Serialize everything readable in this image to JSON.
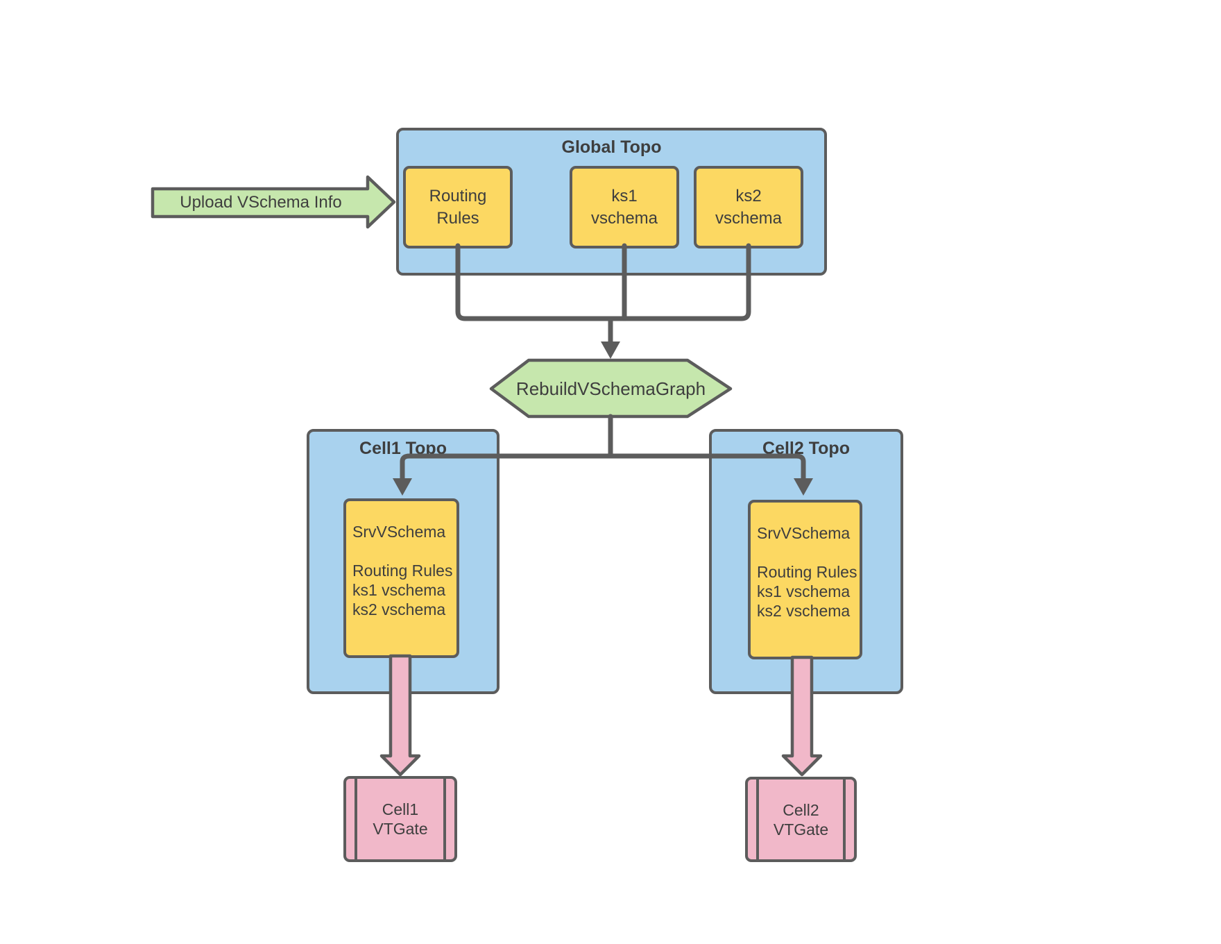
{
  "diagram": {
    "upload_arrow_label": "Upload VSchema Info",
    "global_topo": {
      "title": "Global Topo",
      "routing_rules": {
        "line1": "Routing",
        "line2": "Rules"
      },
      "ks1": {
        "line1": "ks1",
        "line2": "vschema"
      },
      "ks2": {
        "line1": "ks2",
        "line2": "vschema"
      }
    },
    "rebuild_label": "RebuildVSchemaGraph",
    "cell1": {
      "title": "Cell1 Topo",
      "srv": {
        "title": "SrvVSchema",
        "line1": "Routing Rules",
        "line2": "ks1 vschema",
        "line3": "ks2 vschema"
      },
      "vtgate": {
        "line1": "Cell1",
        "line2": "VTGate"
      }
    },
    "cell2": {
      "title": "Cell2 Topo",
      "srv": {
        "title": "SrvVSchema",
        "line1": "Routing Rules",
        "line2": "ks1 vschema",
        "line3": "ks2 vschema"
      },
      "vtgate": {
        "line1": "Cell2",
        "line2": "VTGate"
      }
    },
    "colors": {
      "container_blue": "#a9d2ee",
      "box_yellow": "#fcd862",
      "shape_green": "#c6e7ad",
      "shape_pink": "#f1b8c9",
      "line_gray": "#5c5c5c",
      "text_dark": "#3e3e3e"
    }
  }
}
